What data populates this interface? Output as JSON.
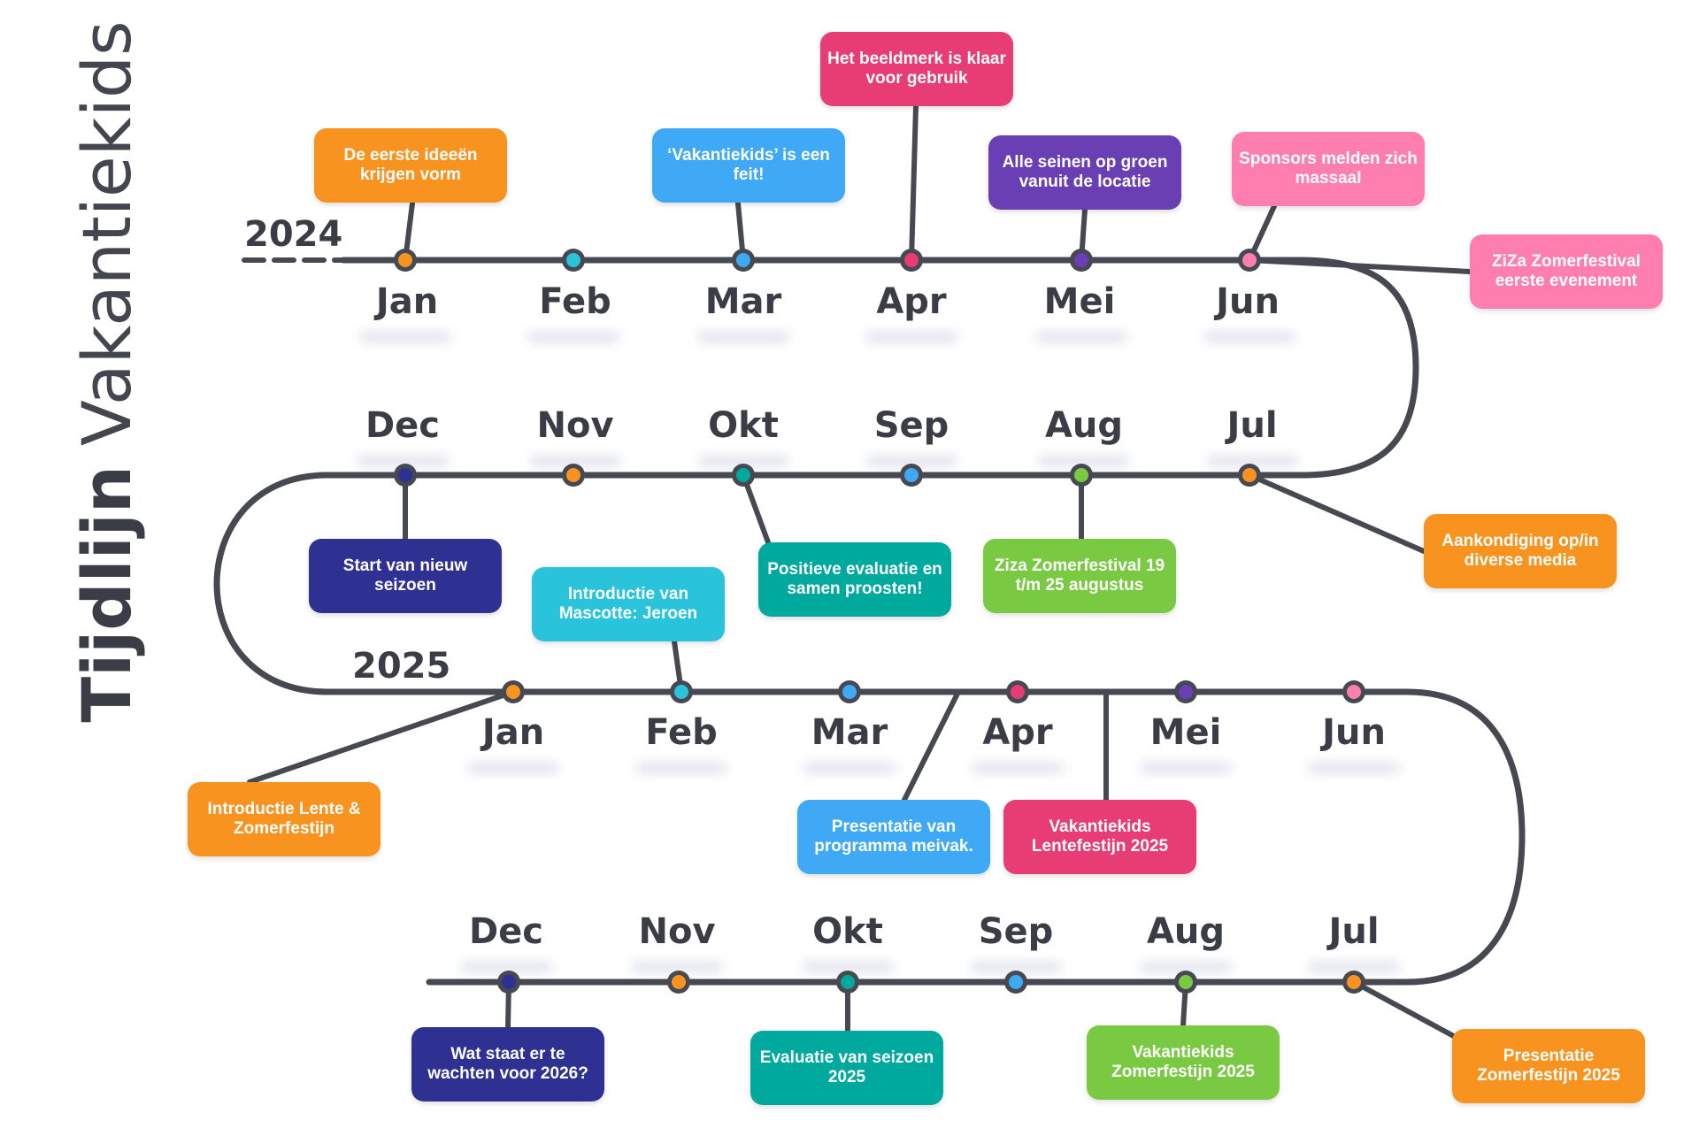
{
  "title": {
    "bold": "Tijdlijn",
    "light": "Vakantiekids"
  },
  "years": [
    "2024",
    "2025"
  ],
  "months": {
    "row1": [
      "Jan",
      "Feb",
      "Mar",
      "Apr",
      "Mei",
      "Jun"
    ],
    "row2": [
      "Dec",
      "Nov",
      "Okt",
      "Sep",
      "Aug",
      "Jul"
    ],
    "row3": [
      "Jan",
      "Feb",
      "Mar",
      "Apr",
      "Mei",
      "Jun"
    ],
    "row4": [
      "Dec",
      "Nov",
      "Okt",
      "Sep",
      "Aug",
      "Jul"
    ]
  },
  "colors": {
    "line": "#464852",
    "orange": "#F7931E",
    "cyan": "#29C4DC",
    "blue": "#3FA9F5",
    "pink": "#E73C74",
    "purple": "#6A3FB4",
    "lightpink": "#FF7EB0",
    "navy": "#2E3192",
    "teal": "#00A99D",
    "green": "#7AC943"
  },
  "dots": {
    "row1": [
      "orange",
      "cyan",
      "blue",
      "pink",
      "purple",
      "lightpink"
    ],
    "row2": [
      "navy",
      "orange",
      "teal",
      "blue",
      "green",
      "orange"
    ],
    "row3": [
      "orange",
      "cyan",
      "blue",
      "pink",
      "purple",
      "lightpink"
    ],
    "row4": [
      "navy",
      "orange",
      "teal",
      "blue",
      "green",
      "orange"
    ]
  },
  "events": [
    {
      "text": "De eerste ideeën krijgen vorm",
      "color": "orange"
    },
    {
      "text": "‘Vakantiekids’ is een feit!",
      "color": "blue"
    },
    {
      "text": "Het beeldmerk is klaar voor gebruik",
      "color": "pink"
    },
    {
      "text": "Alle seinen op groen vanuit de locatie",
      "color": "purple"
    },
    {
      "text": "Sponsors melden zich massaal",
      "color": "lightpink"
    },
    {
      "text": "ZiZa Zomerfestival eerste evenement",
      "color": "lightpink"
    },
    {
      "text": "Start van nieuw seizoen",
      "color": "navy"
    },
    {
      "text": "Positieve evaluatie en samen proosten!",
      "color": "teal"
    },
    {
      "text": "Ziza Zomerfestival 19 t/m 25 augustus",
      "color": "green"
    },
    {
      "text": "Aankondiging op/in diverse media",
      "color": "orange"
    },
    {
      "text": "Introductie van Mascotte: Jeroen",
      "color": "cyan"
    },
    {
      "text": "Introductie Lente & Zomerfestijn",
      "color": "orange"
    },
    {
      "text": "Presentatie  van programma meivak.",
      "color": "blue"
    },
    {
      "text": "Vakantiekids Lentefestijn 2025",
      "color": "pink"
    },
    {
      "text": "Wat staat er te wachten voor 2026?",
      "color": "navy"
    },
    {
      "text": "Evaluatie van seizoen 2025",
      "color": "teal"
    },
    {
      "text": "Vakantiekids Zomerfestijn 2025",
      "color": "green"
    },
    {
      "text": "Presentatie Zomerfestijn 2025",
      "color": "orange"
    }
  ]
}
